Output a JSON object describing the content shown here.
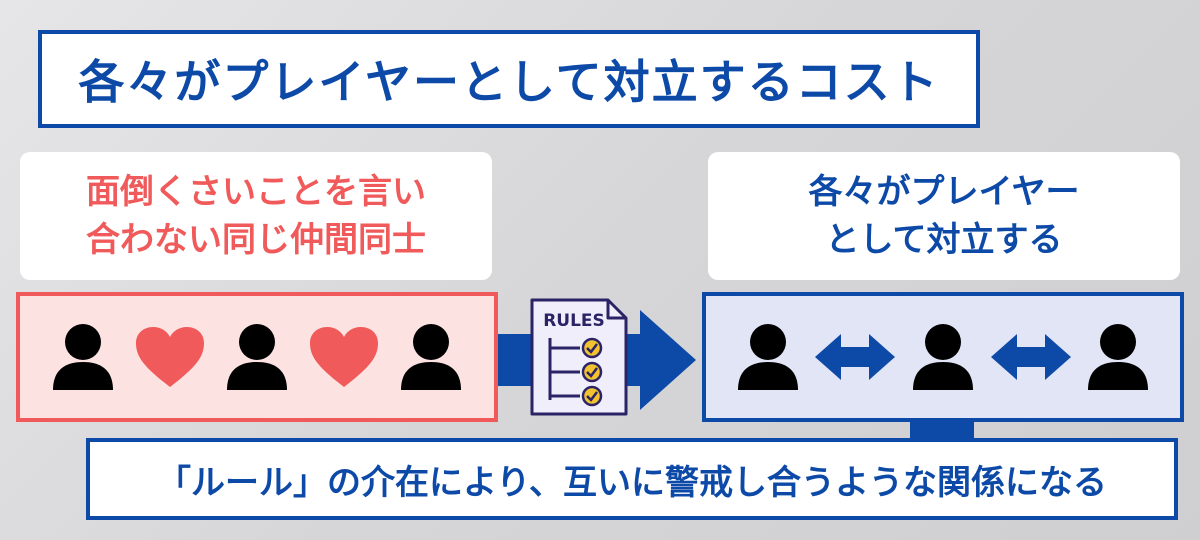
{
  "title": "各々がプレイヤーとして対立するコスト",
  "left_label": {
    "line1": "面倒くさいことを言い",
    "line2": "合わない同じ仲間同士"
  },
  "right_label": {
    "line1": "各々がプレイヤー",
    "line2": "として対立する"
  },
  "rules_doc": {
    "text": "RULES"
  },
  "bottom_text": "「ルール」の介在により、互いに警戒し合うような関係になる",
  "icons": {
    "left_panel": [
      "person-icon",
      "heart-icon",
      "person-icon",
      "heart-icon",
      "person-icon"
    ],
    "right_panel": [
      "person-icon",
      "double-arrow-icon",
      "person-icon",
      "double-arrow-icon",
      "person-icon"
    ]
  },
  "colors": {
    "blue": "#0d4aa8",
    "red": "#f05a5a",
    "pink_bg": "#fde2e2",
    "lavender_bg": "#e1e5f6",
    "check_yellow": "#f2c230",
    "doc_bg": "#f1eefb"
  }
}
